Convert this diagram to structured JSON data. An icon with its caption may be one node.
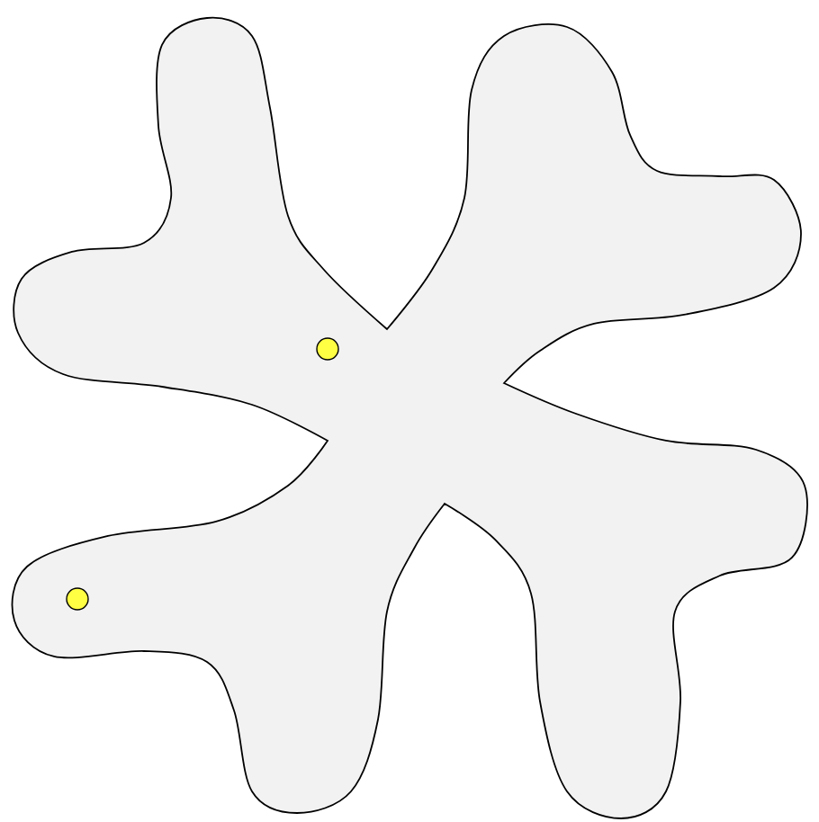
{
  "diagram": {
    "nodes": [
      {
        "text": [],
        "shape": "blob"
      },
      {
        "text": [],
        "shape": "circle",
        "in": 0
      },
      {
        "text": [],
        "shape": "circle",
        "in": 0
      }
    ]
  }
}
